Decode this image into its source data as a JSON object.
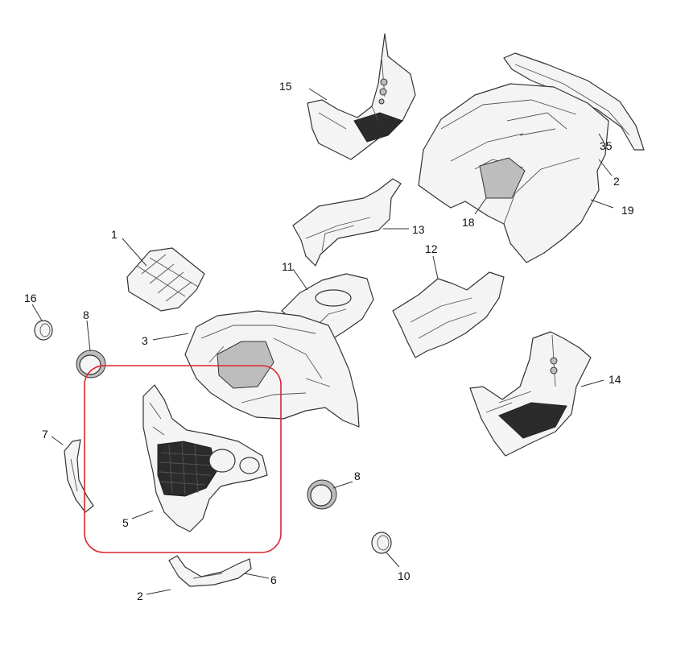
{
  "callouts": {
    "c1": "1",
    "c2a": "2",
    "c2b": "2",
    "c3": "3",
    "c5": "5",
    "c6": "6",
    "c7": "7",
    "c8a": "8",
    "c8b": "8",
    "c10": "10",
    "c11": "11",
    "c12": "12",
    "c13": "13",
    "c14": "14",
    "c15": "15",
    "c16": "16",
    "c18": "18",
    "c19": "19",
    "c35": "35"
  },
  "colors": {
    "highlight": "#d9262c",
    "line": "#333333",
    "background": "#ffffff"
  }
}
